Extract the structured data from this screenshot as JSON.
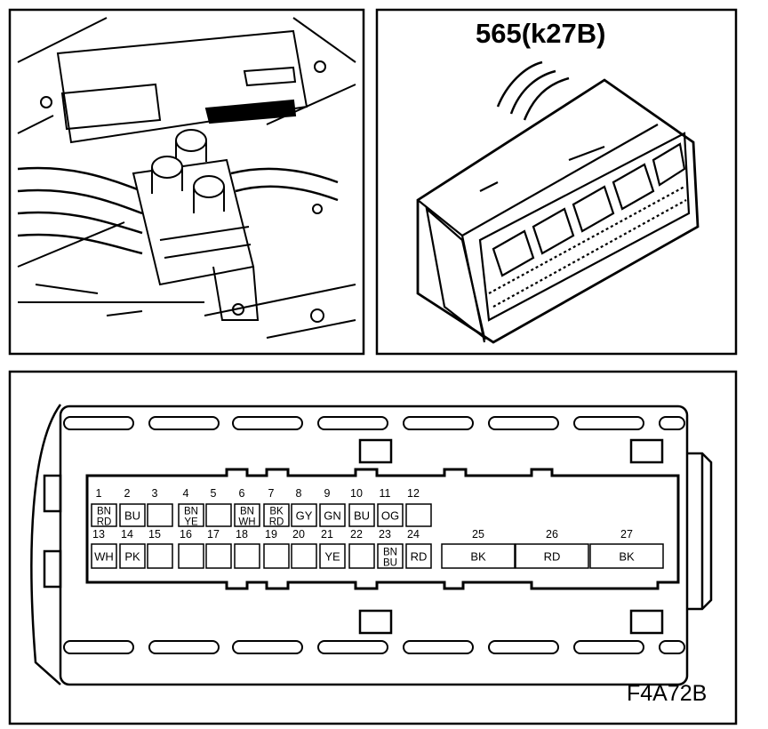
{
  "connector_label": "565(k27B)",
  "figure_id": "F4A72B",
  "pins": [
    {
      "n": "1",
      "c": [
        "BN",
        "RD"
      ]
    },
    {
      "n": "2",
      "c": [
        "BU"
      ]
    },
    {
      "n": "3",
      "c": []
    },
    {
      "n": "4",
      "c": [
        "BN",
        "YE"
      ]
    },
    {
      "n": "5",
      "c": []
    },
    {
      "n": "6",
      "c": [
        "BN",
        "WH"
      ]
    },
    {
      "n": "7",
      "c": [
        "BK",
        "RD"
      ]
    },
    {
      "n": "8",
      "c": [
        "GY"
      ]
    },
    {
      "n": "9",
      "c": [
        "GN"
      ]
    },
    {
      "n": "10",
      "c": [
        "BU"
      ]
    },
    {
      "n": "11",
      "c": [
        "OG"
      ]
    },
    {
      "n": "12",
      "c": []
    },
    {
      "n": "13",
      "c": [
        "WH"
      ]
    },
    {
      "n": "14",
      "c": [
        "PK"
      ]
    },
    {
      "n": "15",
      "c": []
    },
    {
      "n": "16",
      "c": []
    },
    {
      "n": "17",
      "c": []
    },
    {
      "n": "18",
      "c": []
    },
    {
      "n": "19",
      "c": []
    },
    {
      "n": "20",
      "c": []
    },
    {
      "n": "21",
      "c": [
        "YE"
      ]
    },
    {
      "n": "22",
      "c": []
    },
    {
      "n": "23",
      "c": [
        "BN",
        "BU"
      ]
    },
    {
      "n": "24",
      "c": [
        "RD"
      ]
    },
    {
      "n": "25",
      "c": [
        "BK"
      ]
    },
    {
      "n": "26",
      "c": [
        "RD"
      ]
    },
    {
      "n": "27",
      "c": [
        "BK"
      ]
    }
  ]
}
